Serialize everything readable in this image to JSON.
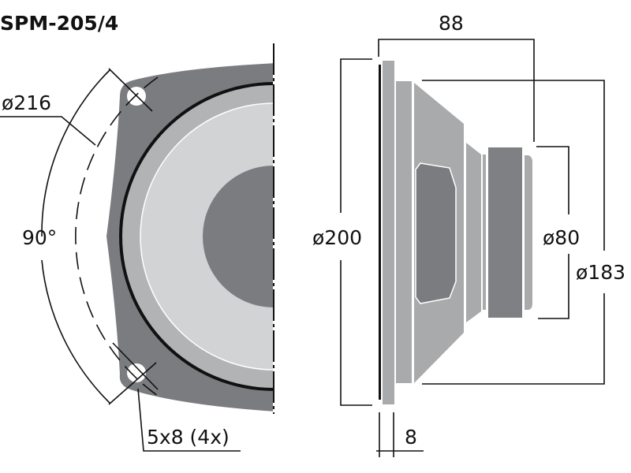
{
  "title": "SPM-205/4",
  "front_view": {
    "outer_diameter_label": "ø216",
    "angle_label": "90°",
    "mounting_holes_label": "5x8 (4x)"
  },
  "side_view": {
    "depth_label": "88",
    "frame_diameter_label": "ø200",
    "magnet_diameter_label": "ø80",
    "cutout_diameter_label": "ø183",
    "flange_thickness_label": "8"
  },
  "colors": {
    "frame": "#7b7c7f",
    "surround": "#b2b3b5",
    "cone": "#d2d3d5",
    "dust_cap": "#7b7c7f",
    "basket": "#a9aaac",
    "magnet": "#7f8083"
  }
}
